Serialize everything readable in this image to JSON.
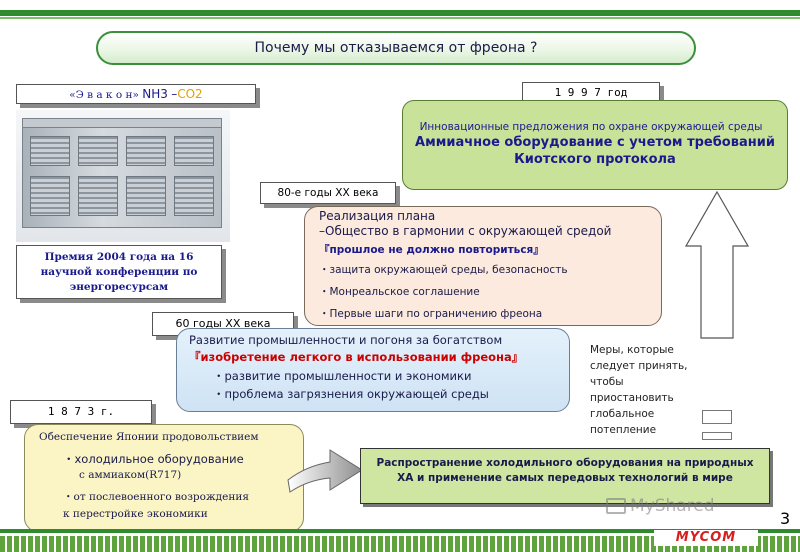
{
  "title": "Почему мы отказываемся от фреона ?",
  "evakon": {
    "prefix": "«Э в а к о н»",
    "nh": "NH3",
    "dash": "–",
    "co": "CO2"
  },
  "prize": "Премия 2004 года на 16 научной конференции по энергоресурсам",
  "year1997": "1 9 9 7  год",
  "box1997": {
    "line1": "Инновационные  предложения  по охране окружающей среды",
    "line2": "Аммиачное оборудование с учетом требований",
    "line3": "Киотского протокола"
  },
  "label80": "80-е годы XX века",
  "box80": {
    "line1": "Реализация плана",
    "line2": "–Общество в гармонии с окружающей средой",
    "quote": "『прошлое  не  должно повториться』",
    "bullet1": "・защита окружающей среды, безопасность",
    "bullet2": "・Монреальское  соглашение",
    "bullet3": "・Первые  шаги по ограничению  фреона"
  },
  "label60": "60 годы XX века",
  "box60": {
    "line1": "Развитие промышленности и погоня за богатством",
    "quote": "『изобретение легкого в использовании фреона』",
    "bullet1": "・развитие промышленности и экономики",
    "bullet2": "・проблема загрязнения окружающей среды"
  },
  "measures": "Меры, которые следует принять, чтобы приостановить глобальное потепление",
  "year1873": "1 8 7 3  г.",
  "box1873": {
    "line1": "Обеспечение Японии продовольствием",
    "bullet1": "・холодильное оборудование",
    "line2": "с аммиаком(R717)",
    "bullet2": "・от послевоенного возрождения",
    "line3": "к перестройке экономики"
  },
  "bottomBox": {
    "line1": "Распространение  холодильного оборудования  на природных",
    "line2": "ХА  и применение  самых передовых  технологий  в мире"
  },
  "watermark": "MyShared",
  "logo": "MYCOM",
  "pageNumber": "3",
  "colors": {
    "accent": "#2e8b2e",
    "quoteRed": "#cc0000",
    "logoRed": "#d81e1e"
  }
}
